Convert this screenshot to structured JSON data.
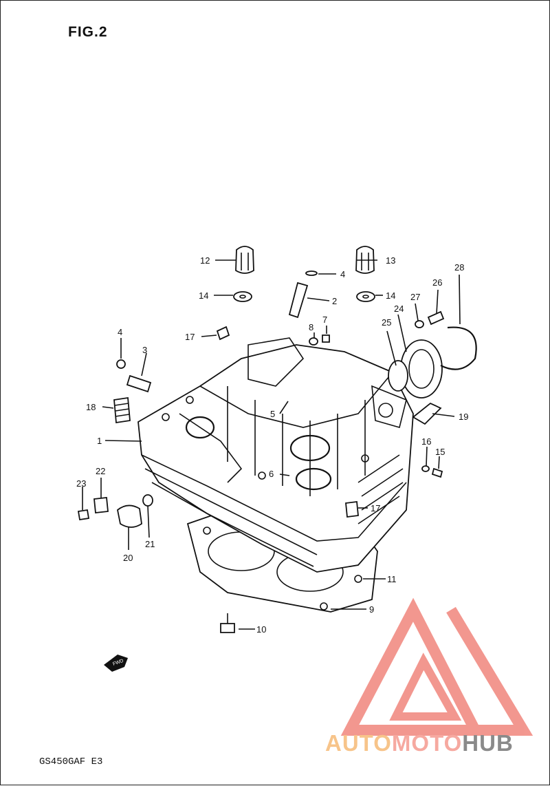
{
  "figure": {
    "title": "FIG.2",
    "model_code": "GS450GAF E3",
    "fwd_label": "FWD"
  },
  "callouts": [
    "1",
    "2",
    "3",
    "4",
    "4",
    "5",
    "6",
    "7",
    "8",
    "9",
    "10",
    "11",
    "12",
    "13",
    "14",
    "14",
    "15",
    "16",
    "17",
    "17",
    "18",
    "19",
    "20",
    "21",
    "22",
    "23",
    "24",
    "25",
    "26",
    "27",
    "28"
  ],
  "watermark": {
    "part1": "AUTO",
    "part2": "MOTO",
    "part3": "HUB",
    "colors": {
      "auto": "#f7c48a",
      "moto": "#f6a9a0",
      "hub": "#8a8a8a",
      "logo": "#f2928a"
    }
  }
}
